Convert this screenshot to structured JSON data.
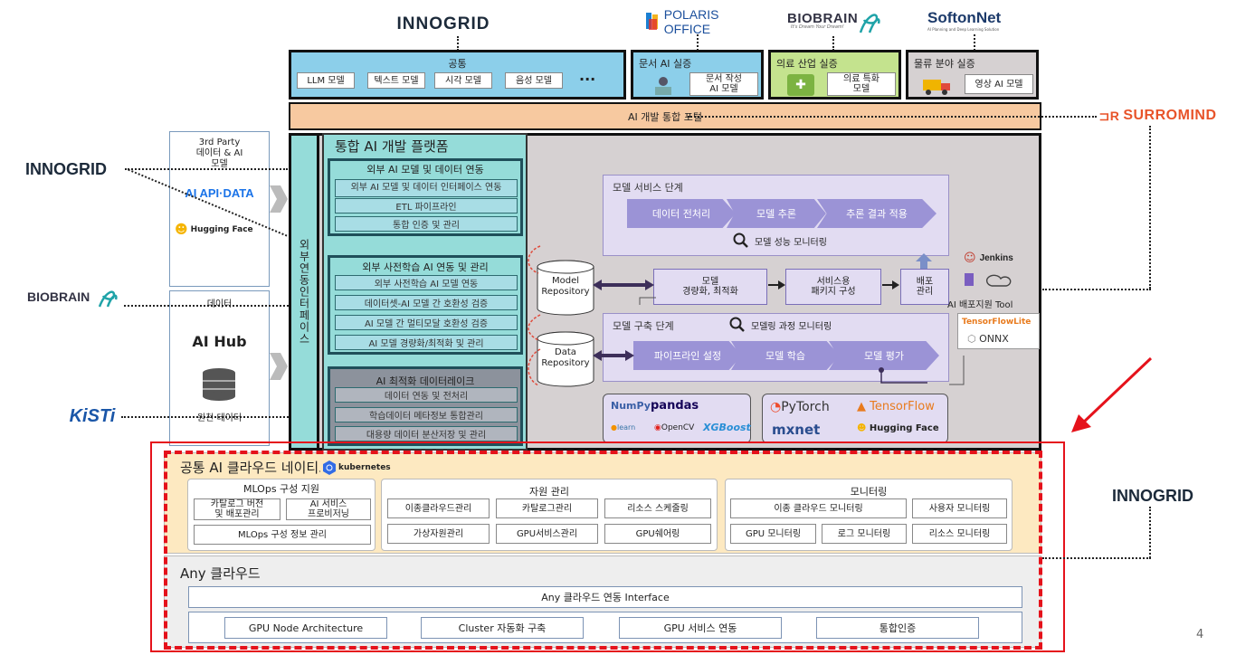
{
  "logos": {
    "innogrid_top": "INNOGRID",
    "polaris": "POLARIS OFFICE",
    "biobrain_top": "BIOBRAIN",
    "biobrain_tag": "It's Dream Your Dream!",
    "softnet": "SoftonNet",
    "softnet_tag": "AI Planning and Deep Learning Solution",
    "surromind": "SURROMIND",
    "innogrid_left": "INNOGRID",
    "biobrain_left": "BIOBRAIN",
    "kisti": "KiSTi",
    "innogrid_right": "INNOGRID"
  },
  "top": {
    "common_title": "공통",
    "common_items": [
      "LLM 모델",
      "텍스트 모델",
      "시각 모델",
      "음성 모델"
    ],
    "ellipsis": "···",
    "doc_title": "문서 AI 실증",
    "doc_item": "문서 작성\nAI 모델",
    "med_title": "의료 산업 실증",
    "med_item": "의료 특화\n모델",
    "log_title": "물류 분야 실증",
    "log_item": "영상 AI 모델"
  },
  "portal": "AI 개발 통합 포털",
  "left": {
    "third_party": "3rd Party\n데이터 & AI\n모델",
    "api_data": "AI API·DATA",
    "hugging": "Hugging Face",
    "data_title": "데이터",
    "aihub": "AI Hub",
    "raw_data": "원천 데이터"
  },
  "vertical": "외부연동인터페이스",
  "platform": {
    "title": "통합 AI 개발 플랫폼",
    "g1_title": "외부 AI 모델 및 데이터 연동",
    "g1_items": [
      "외부 AI 모델 및 데이터 인터페이스 연동",
      "ETL 파이프라인",
      "통합 인증 및 관리"
    ],
    "g2_title": "외부 사전학습 AI 연동 및 관리",
    "g2_items": [
      "외부 사전학습 AI 모델 연동",
      "데이터셋-AI 모델 간 호환성 검증",
      "AI 모델 간 멀티모달 호환성 검증",
      "AI 모델 경량화/최적화 및 관리"
    ],
    "g3_title": "AI 최적화 데이터레이크",
    "g3_items": [
      "데이터 연동 및 전처리",
      "학습데이터 메타정보 통합관리",
      "대용량 데이터 분산저장 및 관리"
    ]
  },
  "service": {
    "title": "모델 서비스 단계",
    "steps": [
      "데이터 전처리",
      "모델 추론",
      "추론 결과 적용"
    ],
    "monitor": "모델 성능 모니터링"
  },
  "model_repo": "Model\nRepository",
  "data_repo": "Data\nRepository",
  "mid": {
    "lightweight": "모델\n경량화, 최적화",
    "package": "서비스용\n패키지 구성",
    "deploy": "배포\n관리"
  },
  "build": {
    "title": "모델 구축 단계",
    "monitor": "모델링 과정 모니터링",
    "steps": [
      "파이프라인 설정",
      "모델 학습",
      "모델 평가"
    ]
  },
  "tools": {
    "jenkins": "Jenkins",
    "deploy_tool": "AI 배포지원 Tool",
    "tensorflowlite": "TensorFlowLite",
    "onnx": "ONNX"
  },
  "libs1": {
    "numpy": "NumPy",
    "pandas": "pandas",
    "learn": "learn",
    "opencv": "OpenCV",
    "xgboost": "XGBoost"
  },
  "libs2": {
    "pytorch": "PyTorch",
    "tensorflow": "TensorFlow",
    "mxnet": "mxnet",
    "hugging": "Hugging Face"
  },
  "cloud": {
    "title": "공통 AI 클라우드 네이티브",
    "kubernetes": "kubernetes",
    "mlops_title": "MLOps 구성 지원",
    "mlops_items": [
      "카탈로그 버전\n및 배포관리",
      "AI 서비스\n프로비저닝",
      "MLOps 구성 정보 관리"
    ],
    "res_title": "자원 관리",
    "res_items": [
      "이종클라우드관리",
      "카탈로그관리",
      "리소스 스케줄링",
      "가상자원관리",
      "GPU서비스관리",
      "GPU쉐어링"
    ],
    "mon_title": "모니터링",
    "mon_items": [
      "이종 클라우드 모니터링",
      "사용자 모니터링",
      "GPU 모니터링",
      "로그 모니터링",
      "리소스 모니터링"
    ]
  },
  "any": {
    "title": "Any 클라우드",
    "interface": "Any 클라우드 연동 Interface",
    "items": [
      "GPU Node Architecture",
      "Cluster 자동화 구축",
      "GPU 서비스 연동",
      "통합인증"
    ]
  },
  "page_number": "4",
  "colors": {
    "sky": "#8ccfea",
    "green": "#c4e38e",
    "portal": "#f7c9a0",
    "teal": "#95dcd9",
    "gray": "#d6d1d2",
    "lavender": "#e2dcf2",
    "purple": "#9b93d6",
    "cream": "#fde9c1",
    "red": "#e5121b"
  }
}
